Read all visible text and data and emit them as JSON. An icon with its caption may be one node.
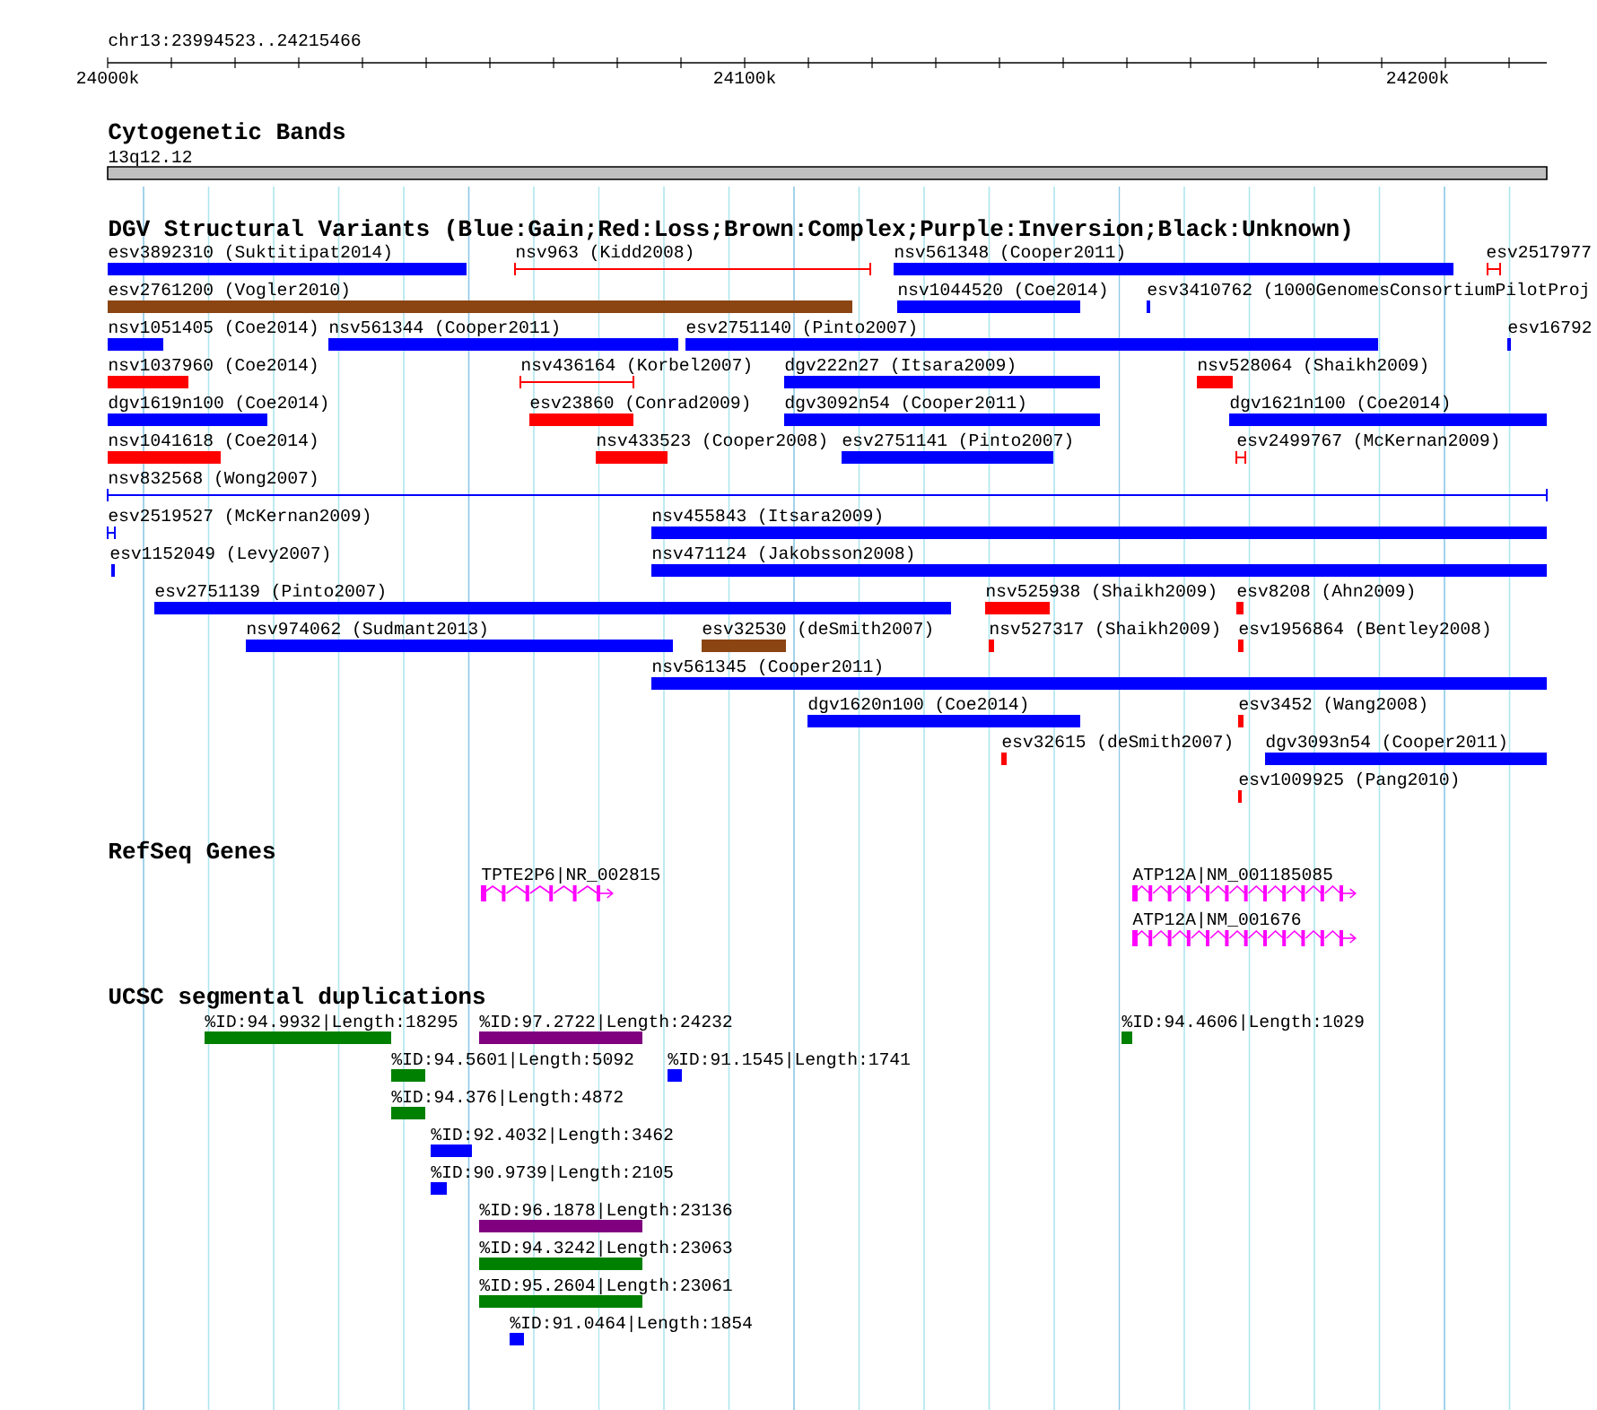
{
  "diagram": {
    "labels": [
      "chr13:23994523..24215466",
      "24000k",
      "24100k",
      "24200k",
      "Cytogenetic Bands",
      "13q12.12",
      "DGV Structural Variants (Blue:Gain;Red:Loss;Brown:Complex;Purple:Inversion;Black:Unknown)",
      "esv3892310 (Suktitipat2014)",
      "nsv963 (Kidd2008)",
      "nsv561348 (Cooper2011)",
      "esv2517977",
      "esv2761200 (Vogler2010)",
      "nsv1044520 (Coe2014)",
      "esv3410762 (1000GenomesConsortiumPilotProj",
      "nsv1051405 (Coe2014)",
      "nsv561344 (Cooper2011)",
      "esv2751140 (Pinto2007)",
      "esv16792",
      "nsv1037960 (Coe2014)",
      "nsv436164 (Korbel2007)",
      "dgv222n27 (Itsara2009)",
      "nsv528064 (Shaikh2009)",
      "dgv1619n100 (Coe2014)",
      "esv23860 (Conrad2009)",
      "dgv3092n54 (Cooper2011)",
      "dgv1621n100 (Coe2014)",
      "nsv1041618 (Coe2014)",
      "nsv433523 (Cooper2008)",
      "esv2751141 (Pinto2007)",
      "esv2499767 (McKernan2009)",
      "nsv832568 (Wong2007)",
      "esv2519527 (McKernan2009)",
      "nsv455843 (Itsara2009)",
      "esv1152049 (Levy2007)",
      "nsv471124 (Jakobsson2008)",
      "esv2751139 (Pinto2007)",
      "nsv525938 (Shaikh2009)",
      "esv8208 (Ahn2009)",
      "nsv974062 (Sudmant2013)",
      "esv32530 (deSmith2007)",
      "nsv527317 (Shaikh2009)",
      "esv1956864 (Bentley2008)",
      "nsv561345 (Cooper2011)",
      "dgv1620n100 (Coe2014)",
      "esv3452 (Wang2008)",
      "esv32615 (deSmith2007)",
      "dgv3093n54 (Cooper2011)",
      "esv1009925 (Pang2010)",
      "RefSeq Genes",
      "TPTE2P6|NR_002815",
      "ATP12A|NM_001185085",
      "ATP12A|NM_001676",
      "UCSC segmental duplications",
      "%ID:94.9932|Length:18295",
      "%ID:97.2722|Length:24232",
      "%ID:94.4606|Length:1029",
      "%ID:94.5601|Length:5092",
      "%ID:91.1545|Length:1741",
      "%ID:94.376|Length:4872",
      "%ID:92.4032|Length:3462",
      "%ID:90.9739|Length:2105",
      "%ID:96.1878|Length:23136",
      "%ID:94.3242|Length:23063",
      "%ID:95.2604|Length:23061",
      "%ID:91.0464|Length:1854"
    ]
  }
}
